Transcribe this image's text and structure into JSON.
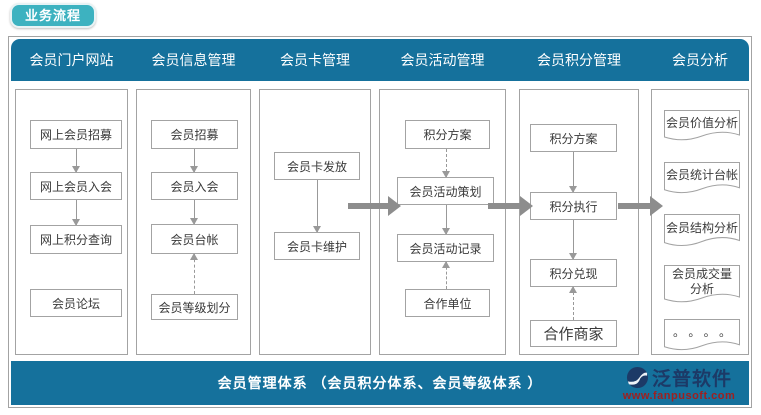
{
  "badge": {
    "label": "业务流程"
  },
  "header": {
    "titles": [
      "会员门户网站",
      "会员信息管理",
      "会员卡管理",
      "会员活动管理",
      "会员积分管理",
      "会员分析"
    ]
  },
  "columns": [
    {
      "name": "member-portal-website",
      "boxes": [
        {
          "label": "网上会员招募"
        },
        {
          "label": "网上会员入会"
        },
        {
          "label": "网上积分查询"
        },
        {
          "label": "会员论坛"
        }
      ]
    },
    {
      "name": "member-info-management",
      "boxes": [
        {
          "label": "会员招募"
        },
        {
          "label": "会员入会"
        },
        {
          "label": "会员台帐"
        },
        {
          "label": "会员等级划分"
        }
      ]
    },
    {
      "name": "member-card-management",
      "boxes": [
        {
          "label": "会员卡发放"
        },
        {
          "label": "会员卡维护"
        }
      ]
    },
    {
      "name": "member-activity-management",
      "boxes": [
        {
          "label": "积分方案"
        },
        {
          "label": "会员活动策划"
        },
        {
          "label": "会员活动记录"
        },
        {
          "label": "合作单位"
        }
      ]
    },
    {
      "name": "member-points-management",
      "boxes": [
        {
          "label": "积分方案"
        },
        {
          "label": "积分执行"
        },
        {
          "label": "积分兑现"
        },
        {
          "label": "合作商家"
        }
      ]
    },
    {
      "name": "member-analysis",
      "docs": [
        {
          "label": "会员价值分析"
        },
        {
          "label": "会员统计台帐"
        },
        {
          "label": "会员结构分析"
        },
        {
          "label": "会员成交量\n分析"
        },
        {
          "label": "。 。 。 。"
        }
      ]
    }
  ],
  "footer": {
    "text": "会员管理体系 （会员积分体系、会员等级体系 ）"
  },
  "logo": {
    "name": "泛普软件",
    "url": "www.fanpusoft.com"
  },
  "colors": {
    "bar_blue": "#15719c",
    "badge_teal": "#3db2c0",
    "logo_navy": "#1c3a67",
    "logo_red": "#9e2020",
    "box_border": "#a3a3a3",
    "arrow_gray": "#999999",
    "thick_arrow_gray": "#8d8d8d"
  }
}
